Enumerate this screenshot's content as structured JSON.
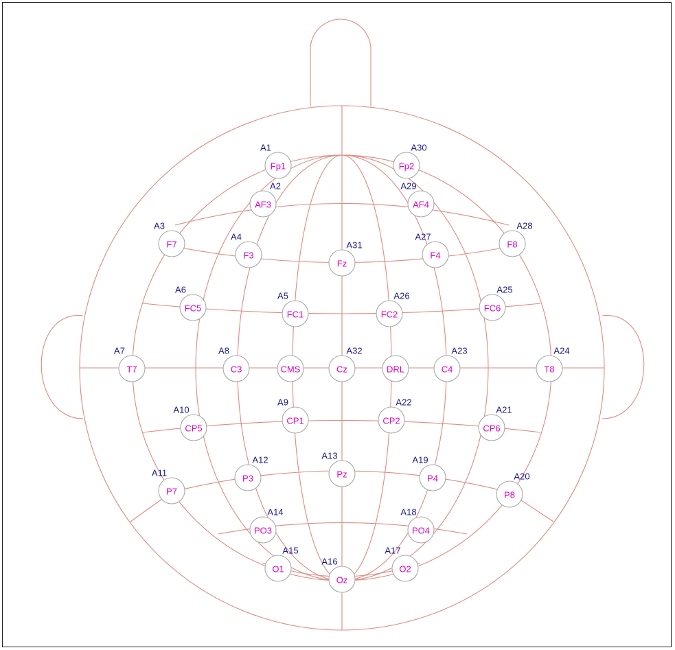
{
  "colors": {
    "grid": "#e08a80",
    "electrode_label": "#e000c8",
    "channel_label": "#1a1a8c",
    "electrode_ring": "#a9a9a9"
  },
  "electrodes": [
    {
      "name": "Fp1",
      "channel": "A1"
    },
    {
      "name": "AF3",
      "channel": "A2"
    },
    {
      "name": "F7",
      "channel": "A3"
    },
    {
      "name": "F3",
      "channel": "A4"
    },
    {
      "name": "FC1",
      "channel": "A5"
    },
    {
      "name": "FC5",
      "channel": "A6"
    },
    {
      "name": "T7",
      "channel": "A7"
    },
    {
      "name": "C3",
      "channel": "A8"
    },
    {
      "name": "CP1",
      "channel": "A9"
    },
    {
      "name": "CP5",
      "channel": "A10"
    },
    {
      "name": "P7",
      "channel": "A11"
    },
    {
      "name": "P3",
      "channel": "A12"
    },
    {
      "name": "Pz",
      "channel": "A13"
    },
    {
      "name": "PO3",
      "channel": "A14"
    },
    {
      "name": "O1",
      "channel": "A15"
    },
    {
      "name": "Oz",
      "channel": "A16"
    },
    {
      "name": "O2",
      "channel": "A17"
    },
    {
      "name": "PO4",
      "channel": "A18"
    },
    {
      "name": "P4",
      "channel": "A19"
    },
    {
      "name": "P8",
      "channel": "A20"
    },
    {
      "name": "CP6",
      "channel": "A21"
    },
    {
      "name": "CP2",
      "channel": "A22"
    },
    {
      "name": "C4",
      "channel": "A23"
    },
    {
      "name": "T8",
      "channel": "A24"
    },
    {
      "name": "FC6",
      "channel": "A25"
    },
    {
      "name": "FC2",
      "channel": "A26"
    },
    {
      "name": "F4",
      "channel": "A27"
    },
    {
      "name": "F8",
      "channel": "A28"
    },
    {
      "name": "AF4",
      "channel": "A29"
    },
    {
      "name": "Fp2",
      "channel": "A30"
    },
    {
      "name": "Fz",
      "channel": "A31"
    },
    {
      "name": "Cz",
      "channel": "A32"
    },
    {
      "name": "CMS",
      "channel": ""
    },
    {
      "name": "DRL",
      "channel": ""
    }
  ]
}
